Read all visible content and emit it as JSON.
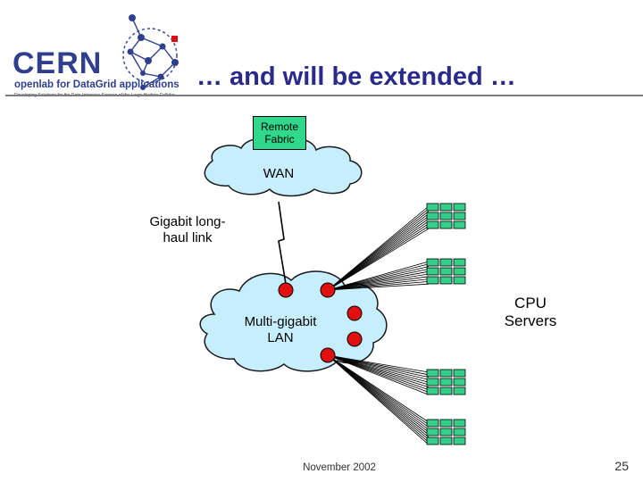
{
  "header": {
    "logo_text": "CERN",
    "logo_subtitle": "openlab for DataGrid applications",
    "logo_tagline": "Developing Solutions for the Data-Intensive Science of the Large Hadron Collider",
    "title": "… and will be extended …"
  },
  "diagram": {
    "remote_fabric": "Remote\nFabric",
    "wan": "WAN",
    "gigabit_link": "Gigabit long-\nhaul link",
    "lan": "Multi-gigabit\nLAN",
    "cpu_servers": "CPU\nServers",
    "colors": {
      "cloud_fill": "#c7eefc",
      "cloud_stroke": "#1a1a1a",
      "node": "#e01010",
      "server": "#34d08a",
      "remote_fabric": "#2fd88a"
    }
  },
  "footer": {
    "date": "November 2002",
    "page": "25"
  }
}
